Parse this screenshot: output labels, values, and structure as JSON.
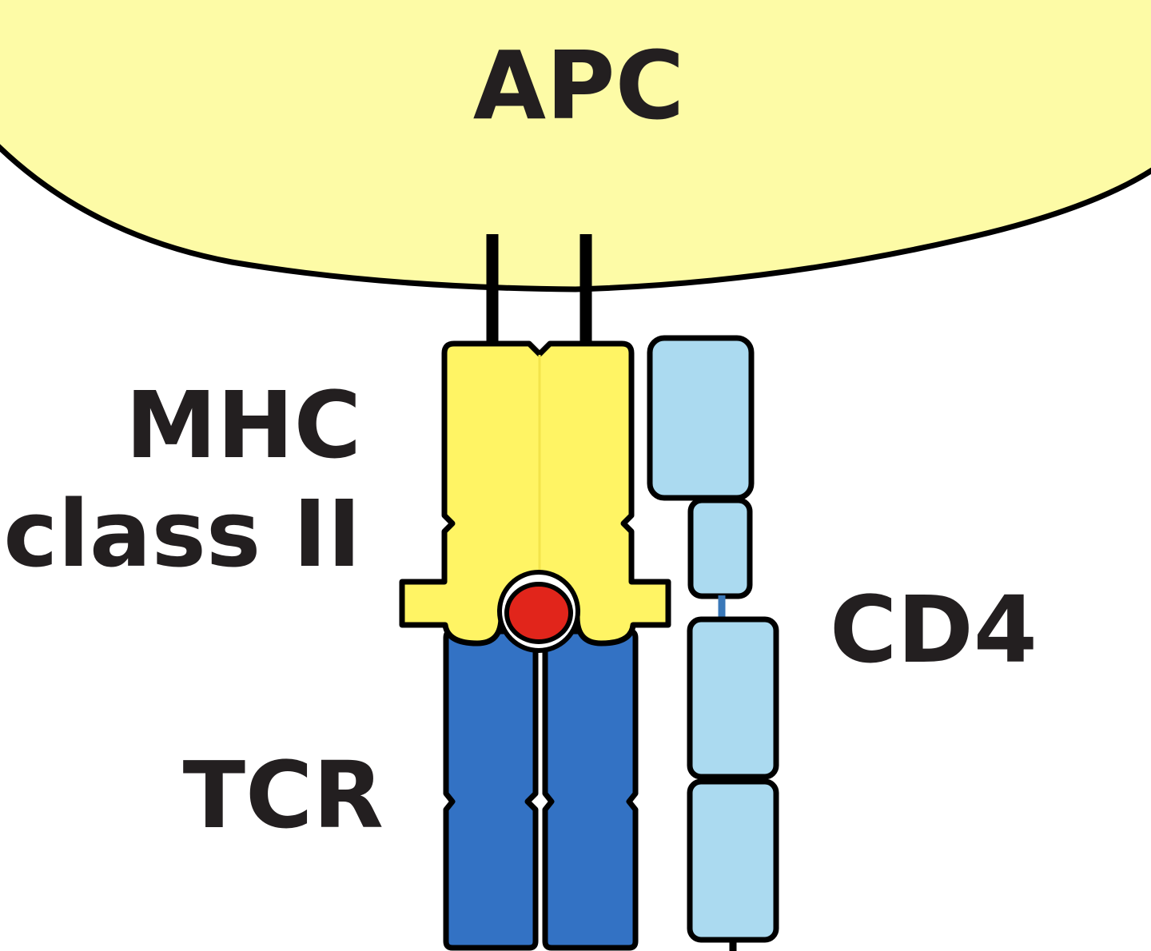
{
  "labels": {
    "apc": "APC",
    "mhc_line1": "MHC",
    "mhc_line2": "class II",
    "tcr": "TCR",
    "cd4": "CD4"
  },
  "colors": {
    "apc_fill": "#fdfba6",
    "mhc_fill": "#fff464",
    "peptide_fill": "#e1251b",
    "tcr_fill": "#3372c4",
    "cd4_fill": "#abdaf0",
    "outline": "#000000",
    "text": "#231f20",
    "background": "#ffffff"
  }
}
